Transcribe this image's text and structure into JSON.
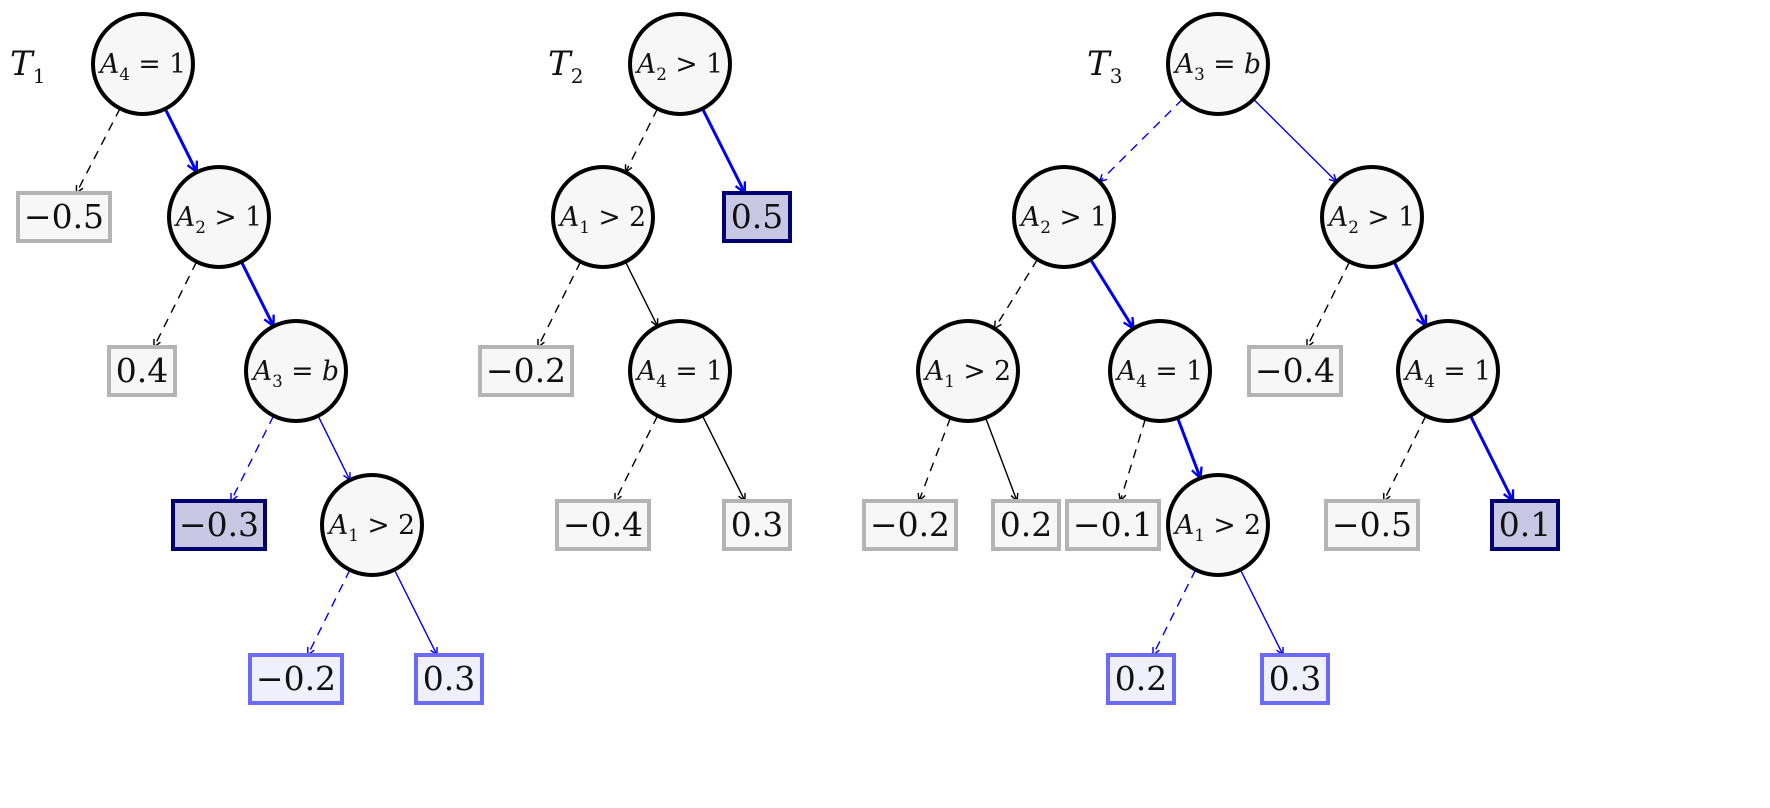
{
  "colors": {
    "path": "#0000ee",
    "leaf_default_fill": "#f7f7f7",
    "leaf_default_stroke": "#b4b4b4",
    "leaf_selected_fill": "#c8c8e4",
    "leaf_selected_stroke": "#000070",
    "leaf_alt_fill": "#f0f0fc",
    "leaf_alt_stroke": "#6b6bf5"
  },
  "trees": [
    {
      "title": "T",
      "sub": "1",
      "nodes": [
        {
          "id": "t1n1",
          "var": "A",
          "sub": "4",
          "rest": " = 1"
        },
        {
          "id": "t1n2",
          "var": "A",
          "sub": "2",
          "rest": " > 1"
        },
        {
          "id": "t1n3",
          "var": "A",
          "sub": "3",
          "rest": " = ",
          "rest_var": "b"
        },
        {
          "id": "t1n4",
          "var": "A",
          "sub": "1",
          "rest": " > 2"
        }
      ],
      "leaves": [
        {
          "id": "t1l1",
          "value": "−0.5",
          "state": "default"
        },
        {
          "id": "t1l2",
          "value": "0.4",
          "state": "default"
        },
        {
          "id": "t1l3",
          "value": "−0.3",
          "state": "selected"
        },
        {
          "id": "t1l4",
          "value": "−0.2",
          "state": "alt"
        },
        {
          "id": "t1l5",
          "value": "0.3",
          "state": "alt"
        }
      ],
      "edges": [
        {
          "from": "t1n1",
          "to": "t1l1",
          "style": "dashed",
          "color": "black",
          "weight": "thin"
        },
        {
          "from": "t1n1",
          "to": "t1n2",
          "style": "solid",
          "color": "blue",
          "weight": "thick"
        },
        {
          "from": "t1n2",
          "to": "t1l2",
          "style": "dashed",
          "color": "black",
          "weight": "thin"
        },
        {
          "from": "t1n2",
          "to": "t1n3",
          "style": "solid",
          "color": "blue",
          "weight": "thick"
        },
        {
          "from": "t1n3",
          "to": "t1l3",
          "style": "dashed",
          "color": "blue",
          "weight": "thin"
        },
        {
          "from": "t1n3",
          "to": "t1n4",
          "style": "solid",
          "color": "blue",
          "weight": "thin"
        },
        {
          "from": "t1n4",
          "to": "t1l4",
          "style": "dashed",
          "color": "blue",
          "weight": "thin"
        },
        {
          "from": "t1n4",
          "to": "t1l5",
          "style": "solid",
          "color": "blue",
          "weight": "thin"
        }
      ]
    },
    {
      "title": "T",
      "sub": "2",
      "nodes": [
        {
          "id": "t2n1",
          "var": "A",
          "sub": "2",
          "rest": " > 1"
        },
        {
          "id": "t2n2",
          "var": "A",
          "sub": "1",
          "rest": " > 2"
        },
        {
          "id": "t2n3",
          "var": "A",
          "sub": "4",
          "rest": " = 1"
        }
      ],
      "leaves": [
        {
          "id": "t2l1",
          "value": "0.5",
          "state": "selected"
        },
        {
          "id": "t2l2",
          "value": "−0.2",
          "state": "default"
        },
        {
          "id": "t2l3",
          "value": "−0.4",
          "state": "default"
        },
        {
          "id": "t2l4",
          "value": "0.3",
          "state": "default"
        }
      ],
      "edges": [
        {
          "from": "t2n1",
          "to": "t2n2",
          "style": "dashed",
          "color": "black",
          "weight": "thin"
        },
        {
          "from": "t2n1",
          "to": "t2l1",
          "style": "solid",
          "color": "blue",
          "weight": "thick"
        },
        {
          "from": "t2n2",
          "to": "t2l2",
          "style": "dashed",
          "color": "black",
          "weight": "thin"
        },
        {
          "from": "t2n2",
          "to": "t2n3",
          "style": "solid",
          "color": "black",
          "weight": "thin"
        },
        {
          "from": "t2n3",
          "to": "t2l3",
          "style": "dashed",
          "color": "black",
          "weight": "thin"
        },
        {
          "from": "t2n3",
          "to": "t2l4",
          "style": "solid",
          "color": "black",
          "weight": "thin"
        }
      ]
    },
    {
      "title": "T",
      "sub": "3",
      "nodes": [
        {
          "id": "t3n1",
          "var": "A",
          "sub": "3",
          "rest": " = ",
          "rest_var": "b"
        },
        {
          "id": "t3n2",
          "var": "A",
          "sub": "2",
          "rest": " > 1"
        },
        {
          "id": "t3n3",
          "var": "A",
          "sub": "2",
          "rest": " > 1"
        },
        {
          "id": "t3n4",
          "var": "A",
          "sub": "1",
          "rest": " > 2"
        },
        {
          "id": "t3n5",
          "var": "A",
          "sub": "4",
          "rest": " = 1"
        },
        {
          "id": "t3n6",
          "var": "A",
          "sub": "4",
          "rest": " = 1"
        },
        {
          "id": "t3n7",
          "var": "A",
          "sub": "1",
          "rest": " > 2"
        }
      ],
      "leaves": [
        {
          "id": "t3l1",
          "value": "−0.4",
          "state": "default"
        },
        {
          "id": "t3l2",
          "value": "−0.2",
          "state": "default"
        },
        {
          "id": "t3l3",
          "value": "0.2",
          "state": "default"
        },
        {
          "id": "t3l4",
          "value": "−0.1",
          "state": "default"
        },
        {
          "id": "t3l5",
          "value": "−0.5",
          "state": "default"
        },
        {
          "id": "t3l6",
          "value": "0.1",
          "state": "selected"
        },
        {
          "id": "t3l7",
          "value": "0.2",
          "state": "alt"
        },
        {
          "id": "t3l8",
          "value": "0.3",
          "state": "alt"
        }
      ],
      "edges": [
        {
          "from": "t3n1",
          "to": "t3n2",
          "style": "dashed",
          "color": "blue",
          "weight": "thin"
        },
        {
          "from": "t3n1",
          "to": "t3n3",
          "style": "solid",
          "color": "blue",
          "weight": "thin"
        },
        {
          "from": "t3n2",
          "to": "t3n4",
          "style": "dashed",
          "color": "black",
          "weight": "thin"
        },
        {
          "from": "t3n2",
          "to": "t3n5",
          "style": "solid",
          "color": "blue",
          "weight": "thick"
        },
        {
          "from": "t3n3",
          "to": "t3l1",
          "style": "dashed",
          "color": "black",
          "weight": "thin"
        },
        {
          "from": "t3n3",
          "to": "t3n6",
          "style": "solid",
          "color": "blue",
          "weight": "thick"
        },
        {
          "from": "t3n4",
          "to": "t3l2",
          "style": "dashed",
          "color": "black",
          "weight": "thin"
        },
        {
          "from": "t3n4",
          "to": "t3l3",
          "style": "solid",
          "color": "black",
          "weight": "thin"
        },
        {
          "from": "t3n5",
          "to": "t3l4",
          "style": "dashed",
          "color": "black",
          "weight": "thin"
        },
        {
          "from": "t3n5",
          "to": "t3n7",
          "style": "solid",
          "color": "blue",
          "weight": "thick"
        },
        {
          "from": "t3n6",
          "to": "t3l5",
          "style": "dashed",
          "color": "black",
          "weight": "thin"
        },
        {
          "from": "t3n6",
          "to": "t3l6",
          "style": "solid",
          "color": "blue",
          "weight": "thick"
        },
        {
          "from": "t3n7",
          "to": "t3l7",
          "style": "dashed",
          "color": "blue",
          "weight": "thin"
        },
        {
          "from": "t3n7",
          "to": "t3l8",
          "style": "solid",
          "color": "blue",
          "weight": "thin"
        }
      ]
    }
  ]
}
